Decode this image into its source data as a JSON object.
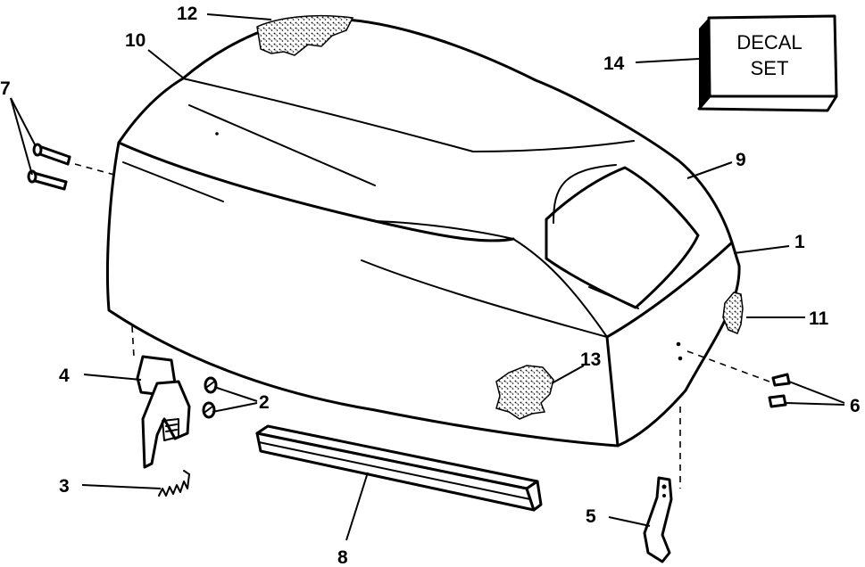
{
  "diagram": {
    "callouts": {
      "c1": "1",
      "c2": "2",
      "c3": "3",
      "c4": "4",
      "c5": "5",
      "c6": "6",
      "c7": "7",
      "c8": "8",
      "c9": "9",
      "c10": "10",
      "c11": "11",
      "c12": "12",
      "c13": "13",
      "c14": "14"
    },
    "decal_box": {
      "line1": "DECAL",
      "line2": "SET"
    }
  }
}
